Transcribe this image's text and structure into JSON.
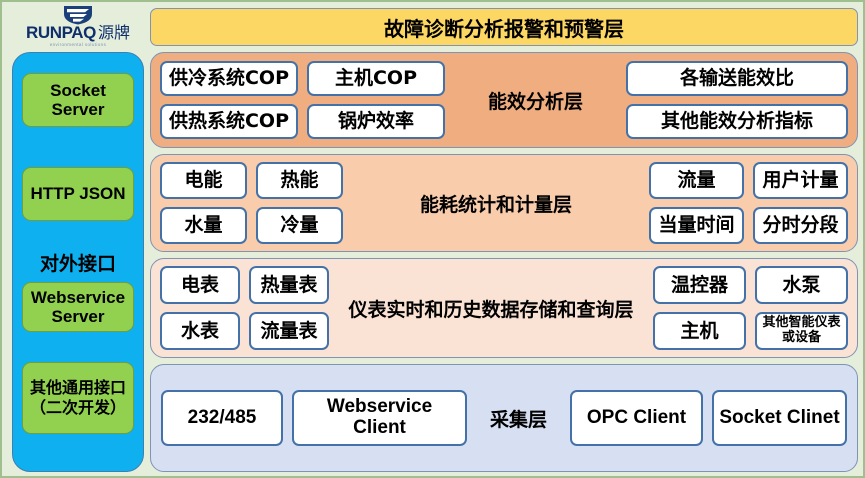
{
  "logo": {
    "word": "RUNPAQ",
    "cn": "源牌",
    "tagline": "environmental solutions",
    "mark": "shield-swoosh-icon"
  },
  "banner": {
    "title": "故障诊断分析报警和预警层",
    "color": "#FCD764"
  },
  "sidebar": {
    "color": "#0EB0EF",
    "box_color": "#92D14F",
    "label": "对外接口",
    "items": [
      {
        "label": "Socket Server",
        "name": "socket-server"
      },
      {
        "label": "HTTP JSON",
        "name": "http-json"
      },
      {
        "label": "Webservice Server",
        "name": "webservice-server"
      },
      {
        "label": "其他通用接口（二次开发）",
        "name": "other-general-interface"
      }
    ]
  },
  "layers": [
    {
      "id": "efficiency",
      "title": "能效分析层",
      "color": "#F0AE80",
      "left": [
        "供冷系统COP",
        "主机COP",
        "供热系统COP",
        "锅炉效率"
      ],
      "right": [
        "各输送能效比",
        "其他能效分析指标"
      ]
    },
    {
      "id": "consumption",
      "title": "能耗统计和计量层",
      "color": "#F9CDAC",
      "left": [
        "电能",
        "热能",
        "水量",
        "冷量"
      ],
      "right": [
        "流量",
        "用户计量",
        "当量时间",
        "分时分段"
      ]
    },
    {
      "id": "meters",
      "title": "仪表实时和历史数据存储和查询层",
      "color": "#FAE3D4",
      "left": [
        "电表",
        "热量表",
        "水表",
        "流量表"
      ],
      "right": [
        "温控器",
        "水泵",
        "主机",
        "其他智能仪表或设备"
      ]
    },
    {
      "id": "acquisition",
      "title": "采集层",
      "color": "#D7DFF2",
      "left": [
        "232/485",
        "Webservice Client"
      ],
      "right": [
        "OPC Client",
        "Socket Clinet"
      ]
    }
  ],
  "page": {
    "background": "#E4EEDB",
    "border": "#9FBF8E",
    "chip_border": "#4472A8"
  }
}
